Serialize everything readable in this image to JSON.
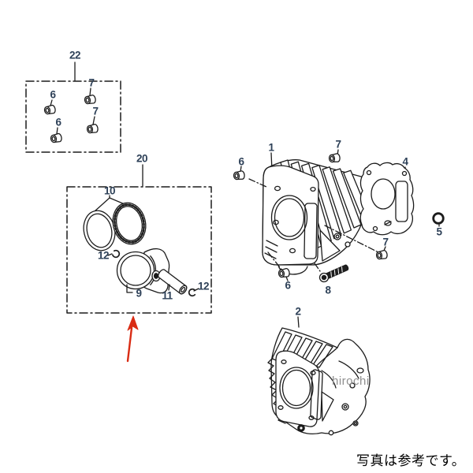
{
  "diagram": {
    "type": "exploded-parts-diagram",
    "caption": "写真は参考です。",
    "watermark": "hirochi",
    "callouts": [
      {
        "part": "22"
      },
      {
        "part": "6"
      },
      {
        "part": "7"
      },
      {
        "part": "6"
      },
      {
        "part": "7"
      },
      {
        "part": "20"
      },
      {
        "part": "10"
      },
      {
        "part": "12"
      },
      {
        "part": "9"
      },
      {
        "part": "11"
      },
      {
        "part": "12"
      },
      {
        "part": "1"
      },
      {
        "part": "6"
      },
      {
        "part": "7"
      },
      {
        "part": "4"
      },
      {
        "part": "5"
      },
      {
        "part": "7"
      },
      {
        "part": "6"
      },
      {
        "part": "8"
      },
      {
        "part": "2"
      }
    ],
    "colors": {
      "label": "#2e4158",
      "line": "#1c1c1c",
      "arrow": "#d92c14",
      "watermark": "#8f8f8f",
      "caption": "#000000",
      "background": "#ffffff"
    }
  }
}
